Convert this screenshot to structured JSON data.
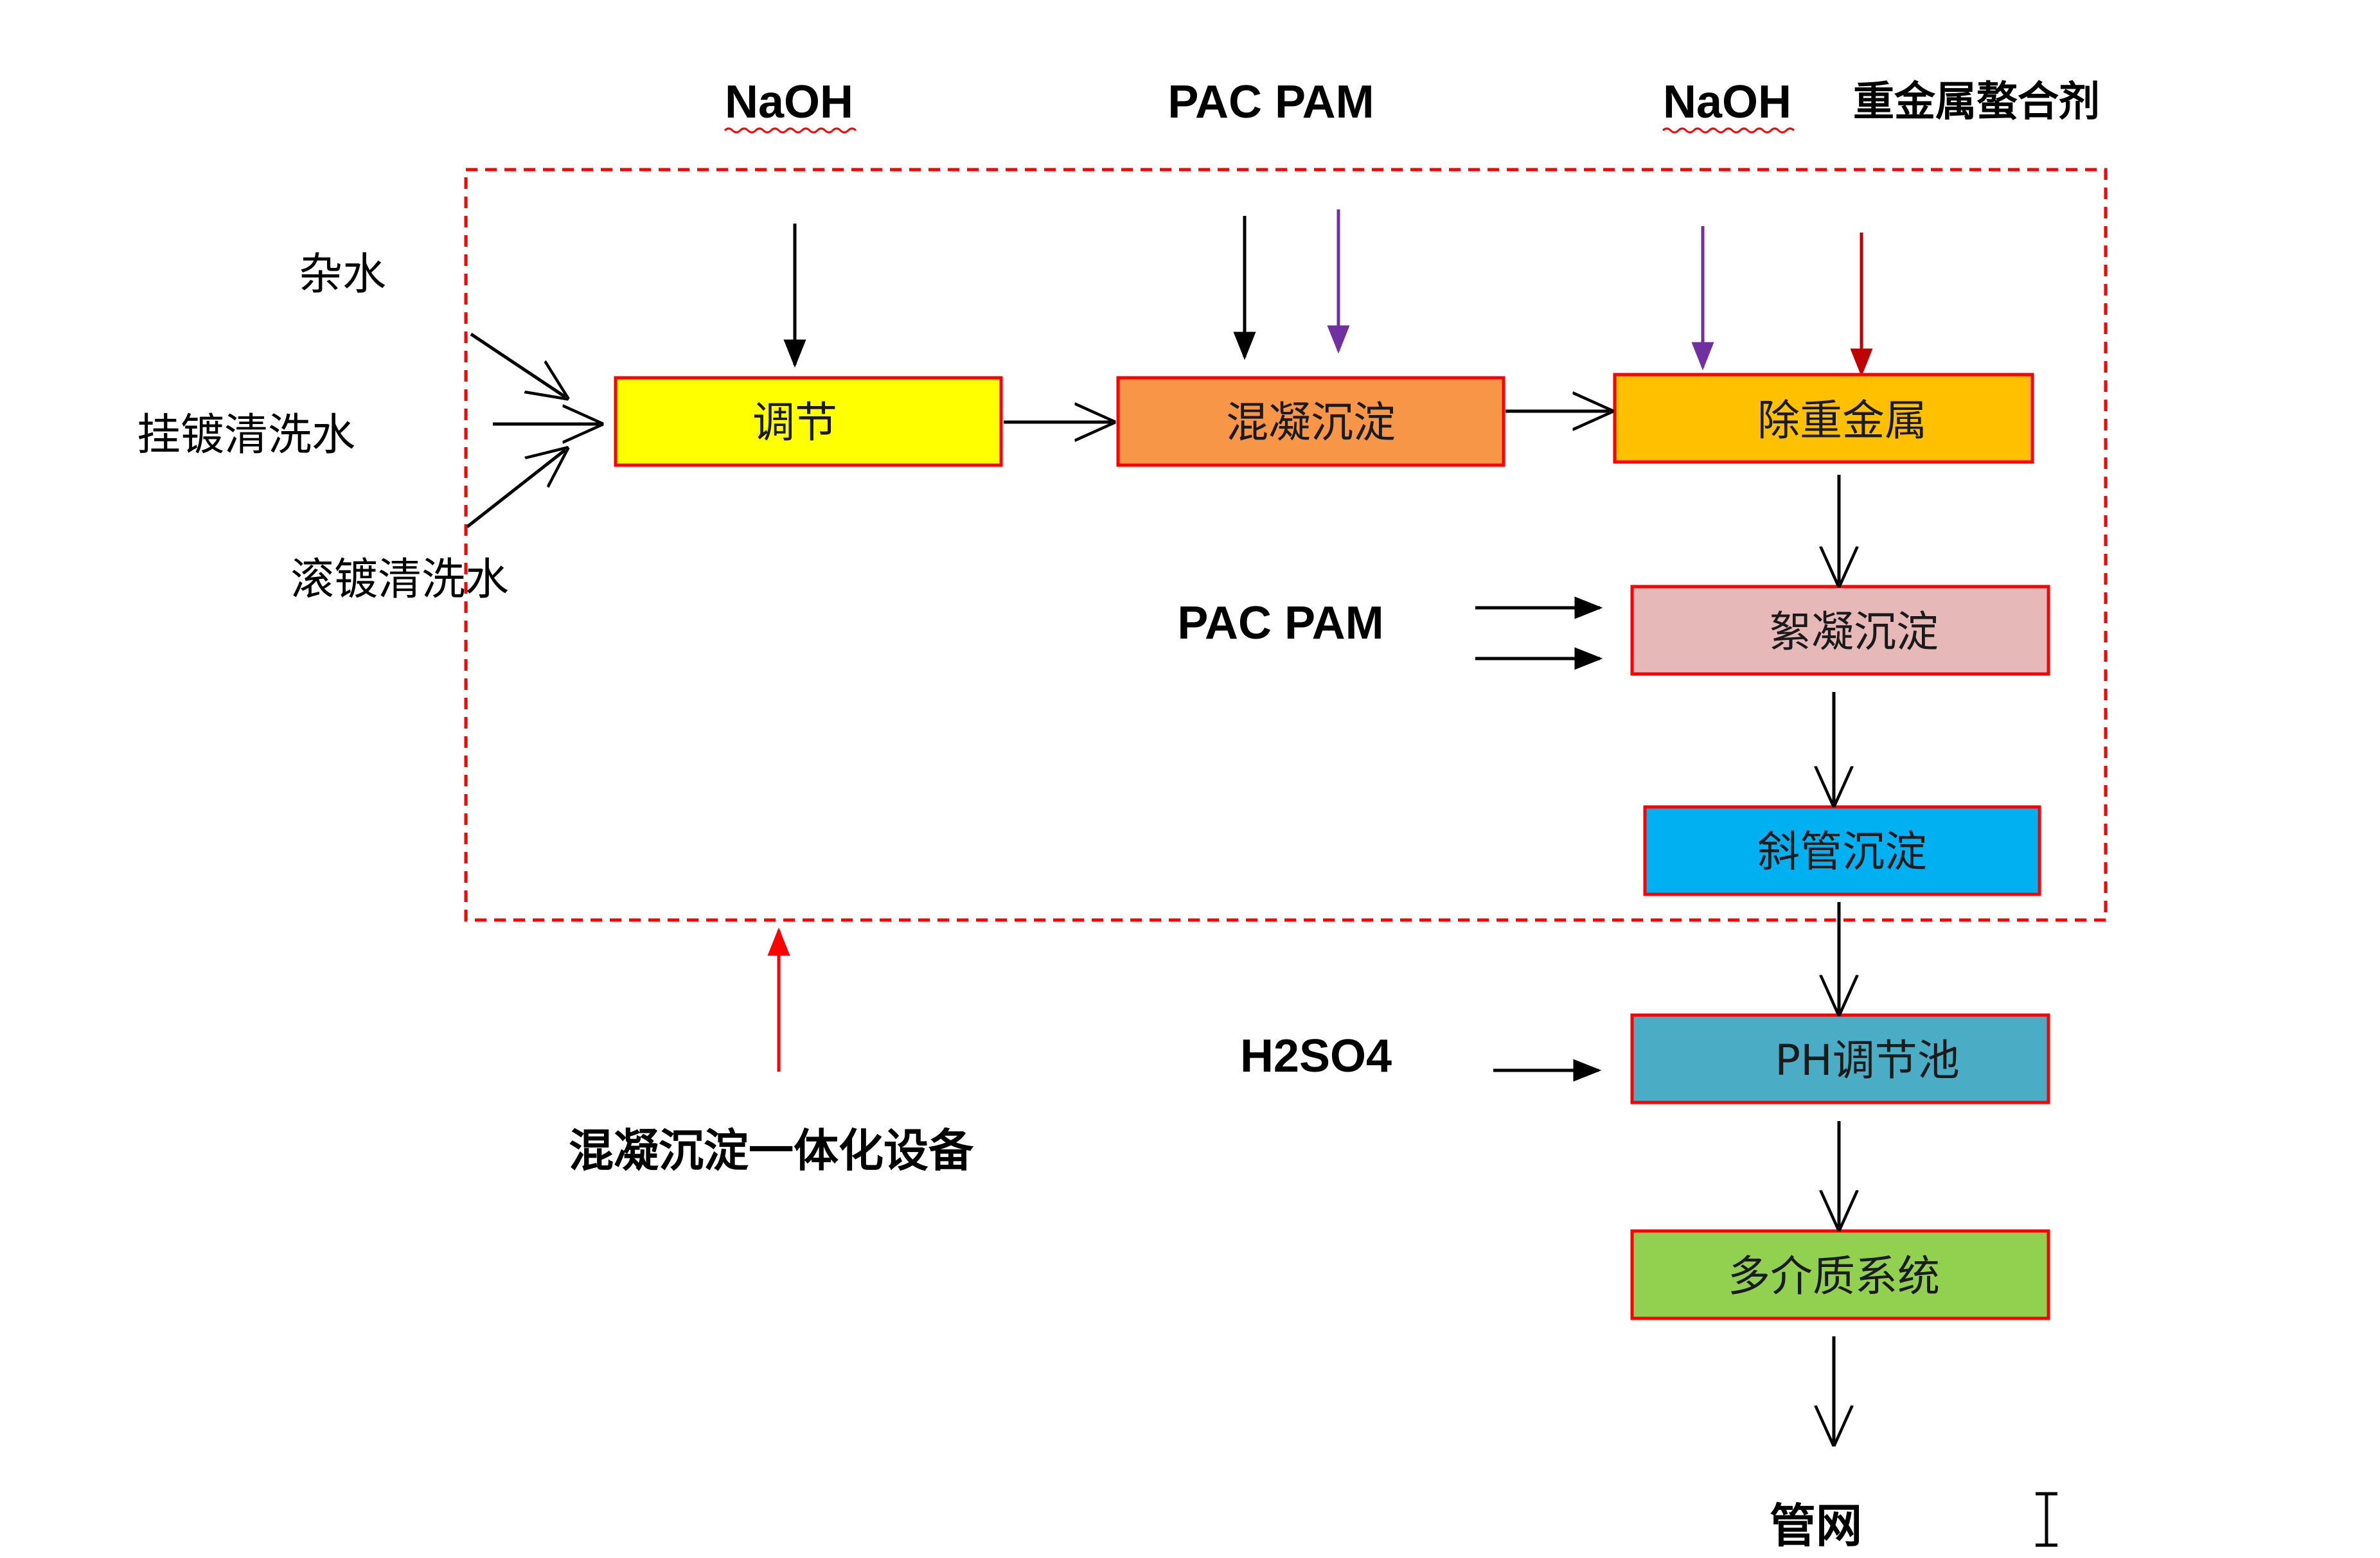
{
  "reagents": {
    "naoh_1": "NaOH",
    "pac_pam_1": "PAC PAM",
    "naoh_2": "NaOH",
    "chelating_agent": "重金属螯合剂",
    "pac_pam_2": "PAC PAM",
    "h2so4": "H2SO4"
  },
  "inputs": {
    "misc_water": "杂水",
    "rack_plating_rinse": "挂镀清洗水",
    "barrel_plating_rinse": "滚镀清洗水"
  },
  "process_boxes": {
    "adjust": "调节",
    "coag_precip": "混凝沉淀",
    "heavy_metal_removal": "除重金属",
    "floc_precip": "絮凝沉淀",
    "inclined_tube": "斜管沉淀",
    "ph_tank": "PH调节池",
    "multimedia": "多介质系统"
  },
  "outputs": {
    "pipe_network": "管网"
  },
  "annotations": {
    "integrated_equipment": "混凝沉淀一体化设备"
  },
  "colors": {
    "adjust": "#ffff00",
    "coag_precip": "#f79646",
    "heavy_metal_removal": "#ffc000",
    "floc_precip": "#e6b9b8",
    "inclined_tube": "#00b0f0",
    "ph_tank": "#4bacc6",
    "multimedia": "#92d050",
    "box_border": "#ff0000",
    "dashed_border": "#ff0000",
    "purple_arrow": "#7030a0",
    "red_arrow": "#c00000"
  }
}
